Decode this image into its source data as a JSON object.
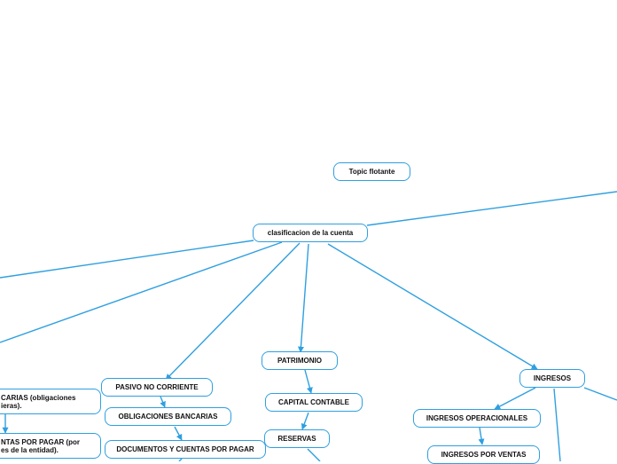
{
  "colors": {
    "link": "#2f9fe0",
    "border": "#2f9fe0",
    "text": "#111111",
    "background": "#ffffff"
  },
  "nodes": {
    "topic_flotante": "Topic flotante",
    "root": "clasificacion de la cuenta",
    "patrimonio": "PATRIMONIO",
    "capital_contable": "CAPITAL CONTABLE",
    "reservas": "RESERVAS",
    "pasivo_no_corriente": "PASIVO NO CORRIENTE",
    "obligaciones_bancarias": "OBLIGACIONES BANCARIAS",
    "documentos_cuentas_pagar": "DOCUMENTOS Y CUENTAS POR PAGAR",
    "bancarias_partial": "CARIAS (obligaciones\nieras).",
    "cuentas_pagar_partial": "NTAS POR PAGAR (por\nes de la entidad).",
    "ingresos": "INGRESOS",
    "ingresos_operacionales": "INGRESOS OPERACIONALES",
    "ingresos_por_ventas": "INGRESOS POR VENTAS"
  }
}
